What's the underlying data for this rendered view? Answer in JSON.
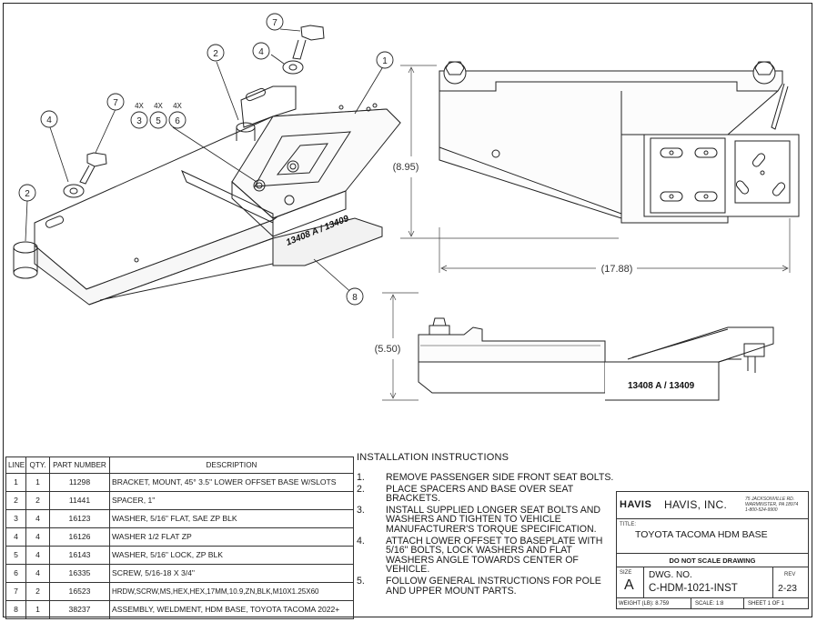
{
  "bom": {
    "headers": [
      "LINE",
      "QTY.",
      "PART NUMBER",
      "DESCRIPTION"
    ],
    "rows": [
      {
        "line": "1",
        "qty": "1",
        "part": "11298",
        "desc": "BRACKET, MOUNT, 45° 3.5\" LOWER OFFSET BASE W/SLOTS"
      },
      {
        "line": "2",
        "qty": "2",
        "part": "11441",
        "desc": "SPACER, 1\""
      },
      {
        "line": "3",
        "qty": "4",
        "part": "16123",
        "desc": "WASHER, 5/16\" FLAT, SAE ZP BLK"
      },
      {
        "line": "4",
        "qty": "4",
        "part": "16126",
        "desc": "WASHER 1/2 FLAT ZP"
      },
      {
        "line": "5",
        "qty": "4",
        "part": "16143",
        "desc": "WASHER, 5/16\" LOCK, ZP BLK"
      },
      {
        "line": "6",
        "qty": "4",
        "part": "16335",
        "desc": "SCREW, 5/16-18 X 3/4\""
      },
      {
        "line": "7",
        "qty": "2",
        "part": "16523",
        "desc": "HRDW,SCRW,MS,HEX,HEX,17MM,10.9,ZN,BLK,M10X1.25X60"
      },
      {
        "line": "8",
        "qty": "1",
        "part": "38237",
        "desc": "ASSEMBLY, WELDMENT, HDM BASE, TOYOTA TACOMA 2022+"
      }
    ]
  },
  "instructions": {
    "title": "INSTALLATION INSTRUCTIONS",
    "steps": [
      {
        "num": "1.",
        "text": "REMOVE PASSENGER SIDE FRONT SEAT BOLTS."
      },
      {
        "num": "2.",
        "text": "PLACE SPACERS AND BASE OVER SEAT BRACKETS."
      },
      {
        "num": "3.",
        "text": "INSTALL SUPPLIED LONGER SEAT BOLTS AND WASHERS AND TIGHTEN TO VEHICLE MANUFACTURER'S TORQUE SPECIFICATION."
      },
      {
        "num": "4.",
        "text": "ATTACH LOWER OFFSET TO BASEPLATE WITH 5/16\" BOLTS, LOCK WASHERS AND FLAT WASHERS ANGLE TOWARDS CENTER OF VEHICLE."
      },
      {
        "num": "5.",
        "text": "FOLLOW GENERAL INSTRUCTIONS FOR POLE AND UPPER MOUNT PARTS."
      }
    ]
  },
  "title_block": {
    "logo": "HAVIS",
    "company": "HAVIS, INC.",
    "address_line1": "75 JACKSONVILLE RD.",
    "address_line2": "WARMINSTER, PA 18974",
    "address_line3": "1-800-524-9900",
    "title_label": "TITLE:",
    "title": "TOYOTA TACOMA HDM BASE",
    "note": "DO NOT SCALE DRAWING",
    "size_label": "SIZE",
    "size": "A",
    "dwg_label": "DWG. NO.",
    "dwg_no": "C-HDM-1021-INST",
    "rev_label": "REV",
    "rev": "2-23",
    "weight": "WEIGHT (LB): 8.759",
    "scale": "SCALE: 1:8",
    "sheet": "SHEET 1 OF 1"
  },
  "drawing": {
    "balloons": {
      "b7_top": "7",
      "b4_top": "4",
      "b2_top": "2",
      "b1_iso": "1",
      "b7_left": "7",
      "b4_left": "4",
      "b2_left": "2",
      "b3": "3",
      "b5": "5",
      "b6": "6",
      "qty3": "4X",
      "qty5": "4X",
      "qty6": "4X",
      "b8": "8"
    },
    "dims": {
      "height": "(8.95)",
      "length": "(17.88)",
      "side": "(5.50)"
    },
    "part_stamp": "13408 A / 13409",
    "side_stamp": "13408 A / 13409"
  }
}
